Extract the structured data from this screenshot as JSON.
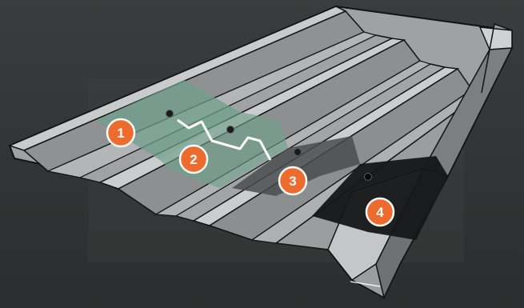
{
  "diagram": {
    "markers": [
      {
        "label": "1"
      },
      {
        "label": "2"
      },
      {
        "label": "3"
      },
      {
        "label": "4"
      }
    ],
    "colors": {
      "background": "#2f3132",
      "sheet_top": "#b9bbbc",
      "sheet_side": "#8e9091",
      "sheet_dark_side": "#6e7071",
      "outline": "#111314",
      "overlap_zone": "#6fa08c",
      "zone_3": "#4a4c4d",
      "zone_4": "#151617",
      "marker": "#ee6b2e",
      "seam": "#ffffff"
    },
    "icons": [
      "screw-fastener-icon"
    ]
  }
}
